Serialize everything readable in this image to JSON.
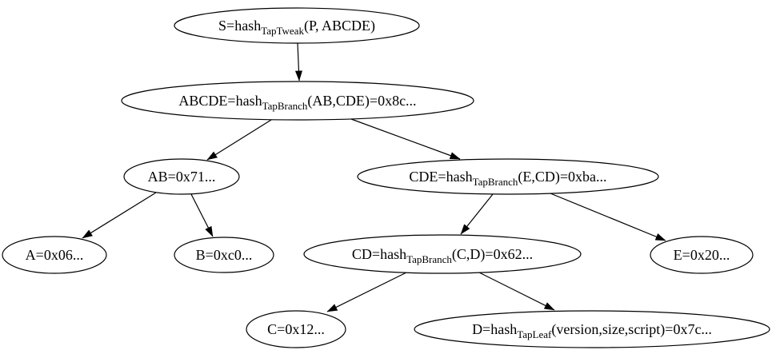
{
  "diagram": {
    "title": "taproot-script-tree",
    "background_color": "#ffffff",
    "node_fill_color": "#ffffff",
    "node_stroke_color": "#000000",
    "text_color": "#000000",
    "nodes": [
      {
        "id": "S",
        "label": "S=hashTapTweak(P, ABCDE)",
        "parts": [
          "S=hash",
          "TapTweak",
          "(P, ABCDE)"
        ]
      },
      {
        "id": "ABCDE",
        "label": "ABCDE=hashTapBranch(AB,CDE)=0x8c...",
        "parts": [
          "ABCDE=hash",
          "TapBranch",
          "(AB,CDE)=0x8c..."
        ]
      },
      {
        "id": "AB",
        "label": "AB=0x71...",
        "parts": [
          "AB=0x71..."
        ]
      },
      {
        "id": "CDE",
        "label": "CDE=hashTapBranch(E,CD)=0xba...",
        "parts": [
          "CDE=hash",
          "TapBranch",
          "(E,CD)=0xba..."
        ]
      },
      {
        "id": "A",
        "label": "A=0x06...",
        "parts": [
          "A=0x06..."
        ]
      },
      {
        "id": "B",
        "label": "B=0xc0...",
        "parts": [
          "B=0xc0..."
        ]
      },
      {
        "id": "CD",
        "label": "CD=hashTapBranch(C,D)=0x62...",
        "parts": [
          "CD=hash",
          "TapBranch",
          "(C,D)=0x62..."
        ]
      },
      {
        "id": "E",
        "label": "E=0x20...",
        "parts": [
          "E=0x20..."
        ]
      },
      {
        "id": "C",
        "label": "C=0x12...",
        "parts": [
          "C=0x12..."
        ]
      },
      {
        "id": "D",
        "label": "D=hashTapLeaf(version,size,script)=0x7c...",
        "parts": [
          "D=hash",
          "TapLeaf",
          "(version,size,script)=0x7c..."
        ]
      }
    ],
    "edges": [
      {
        "from": "S",
        "to": "ABCDE"
      },
      {
        "from": "ABCDE",
        "to": "AB"
      },
      {
        "from": "ABCDE",
        "to": "CDE"
      },
      {
        "from": "AB",
        "to": "A"
      },
      {
        "from": "AB",
        "to": "B"
      },
      {
        "from": "CDE",
        "to": "CD"
      },
      {
        "from": "CDE",
        "to": "E"
      },
      {
        "from": "CD",
        "to": "C"
      },
      {
        "from": "CD",
        "to": "D"
      }
    ]
  }
}
